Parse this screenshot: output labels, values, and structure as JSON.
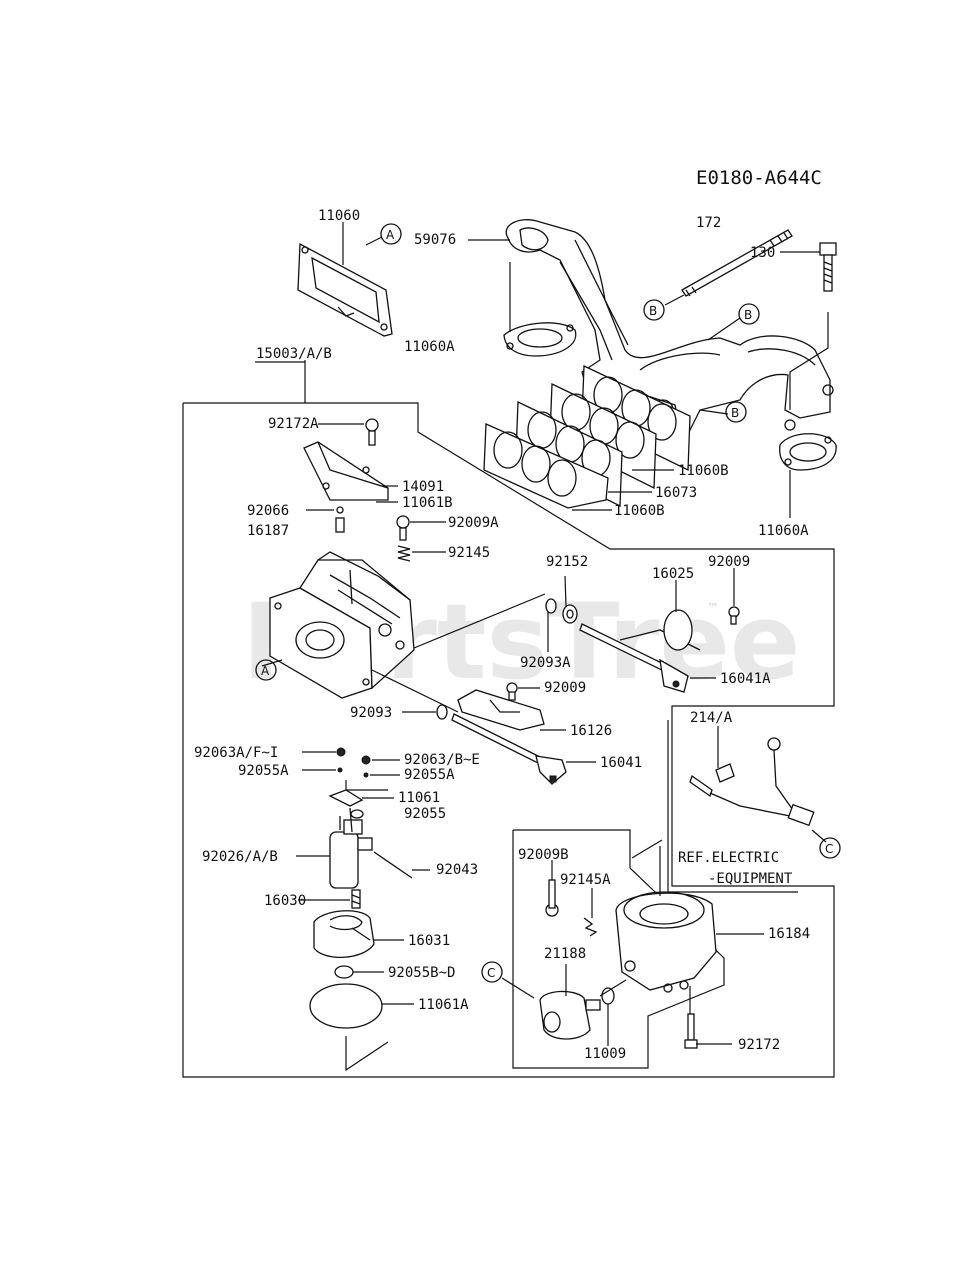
{
  "diagram_code": "E0180-A644C",
  "watermark": "PartsTree",
  "watermark_tm": "™",
  "ref_note": {
    "line1": "REF.ELECTRIC",
    "line2": "-EQUIPMENT"
  },
  "callouts": {
    "a": "A",
    "b": "B",
    "c": "C"
  },
  "labels": {
    "p11060": "11060",
    "p172": "172",
    "p59076": "59076",
    "p130": "130",
    "p11060A_left": "11060A",
    "p15003": "15003/A/B",
    "p92172A": "92172A",
    "p14091": "14091",
    "p11061B": "11061B",
    "p92066": "92066",
    "p16187": "16187",
    "p92009A": "92009A",
    "p92145": "92145",
    "p11060B_upper": "11060B",
    "p16073": "16073",
    "p11060B_lower": "11060B",
    "p11060A_right": "11060A",
    "p92152": "92152",
    "p16025": "16025",
    "p92009_upper": "92009",
    "p92093A": "92093A",
    "p16041A": "16041A",
    "p92009_mid": "92009",
    "p92093": "92093",
    "p16126": "16126",
    "p214A": "214/A",
    "p92063A": "92063A/F~I",
    "p92063B": "92063/B~E",
    "p92055A_left": "92055A",
    "p92055A_right": "92055A",
    "p16041": "16041",
    "p11061": "11061",
    "p92055": "92055",
    "p92026": "92026/A/B",
    "p92043": "92043",
    "p92009B": "92009B",
    "p92145A": "92145A",
    "p16030": "16030",
    "p16031": "16031",
    "p16184": "16184",
    "p21188": "21188",
    "p92055B": "92055B~D",
    "p11061A": "11061A",
    "p11009": "11009",
    "p92172": "92172"
  }
}
